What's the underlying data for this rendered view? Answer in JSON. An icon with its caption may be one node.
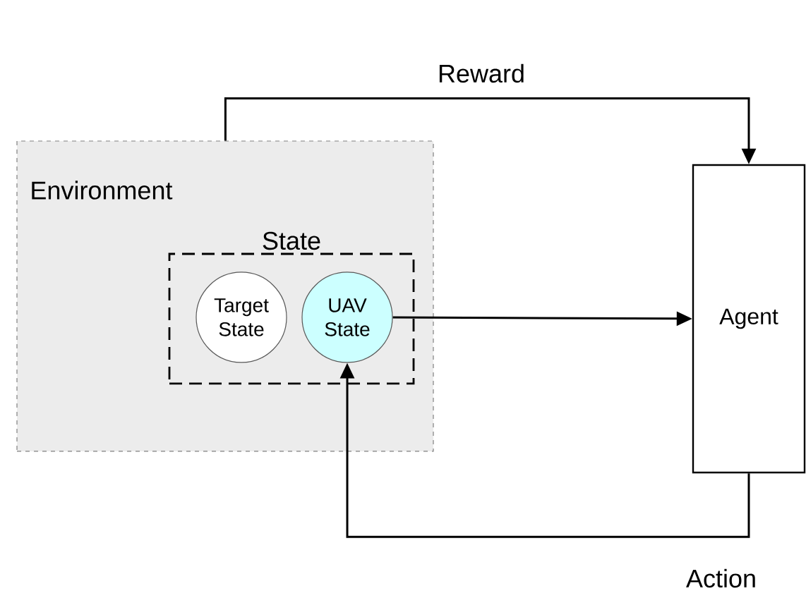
{
  "diagram": {
    "nodes": [
      {
        "text": [
          "Environment"
        ]
      },
      {
        "text": [
          "State"
        ],
        "in": 0
      },
      {
        "text": [
          "Target State"
        ],
        "in": 1
      },
      {
        "text": [
          "UAV State"
        ],
        "in": 1
      },
      {
        "text": [
          "Agent"
        ]
      }
    ],
    "edges": [
      {
        "from": 0,
        "to": 4,
        "arrow": "to",
        "label": "Reward"
      },
      {
        "from": 3,
        "to": 4,
        "arrow": "to"
      },
      {
        "from": 4,
        "to": 3,
        "arrow": "to",
        "label": "Action"
      }
    ]
  }
}
